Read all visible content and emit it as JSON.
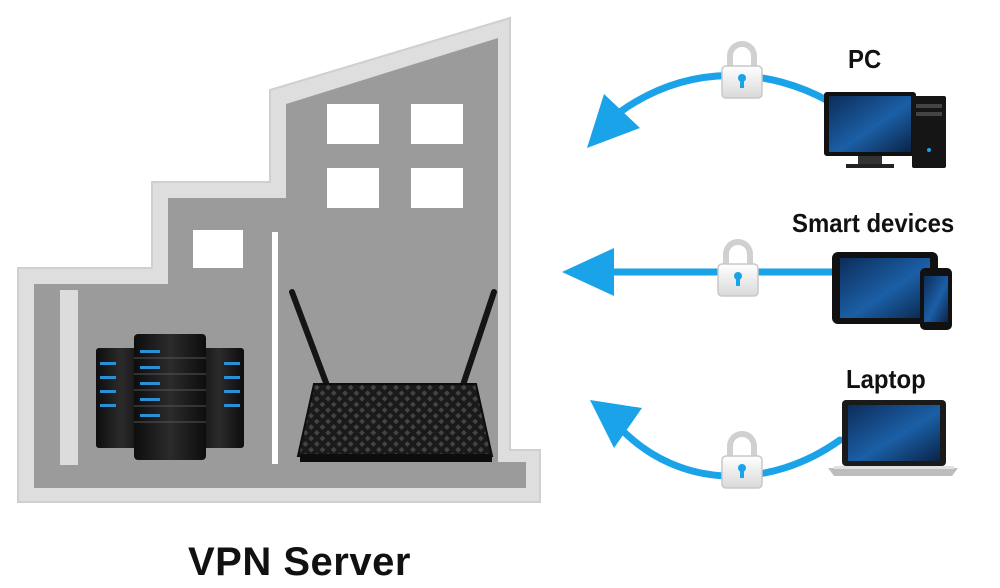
{
  "diagram": {
    "server_label": "VPN Server",
    "clients": [
      {
        "label": "PC",
        "icon": "desktop-pc-icon"
      },
      {
        "label": "Smart devices",
        "icon": "tablet-phone-icon"
      },
      {
        "label": "Laptop",
        "icon": "laptop-icon"
      }
    ],
    "colors": {
      "arrow": "#1aa3e8",
      "building": "#9a9a9a",
      "building_outline": "#d8d8d8",
      "window": "#ffffff"
    }
  }
}
